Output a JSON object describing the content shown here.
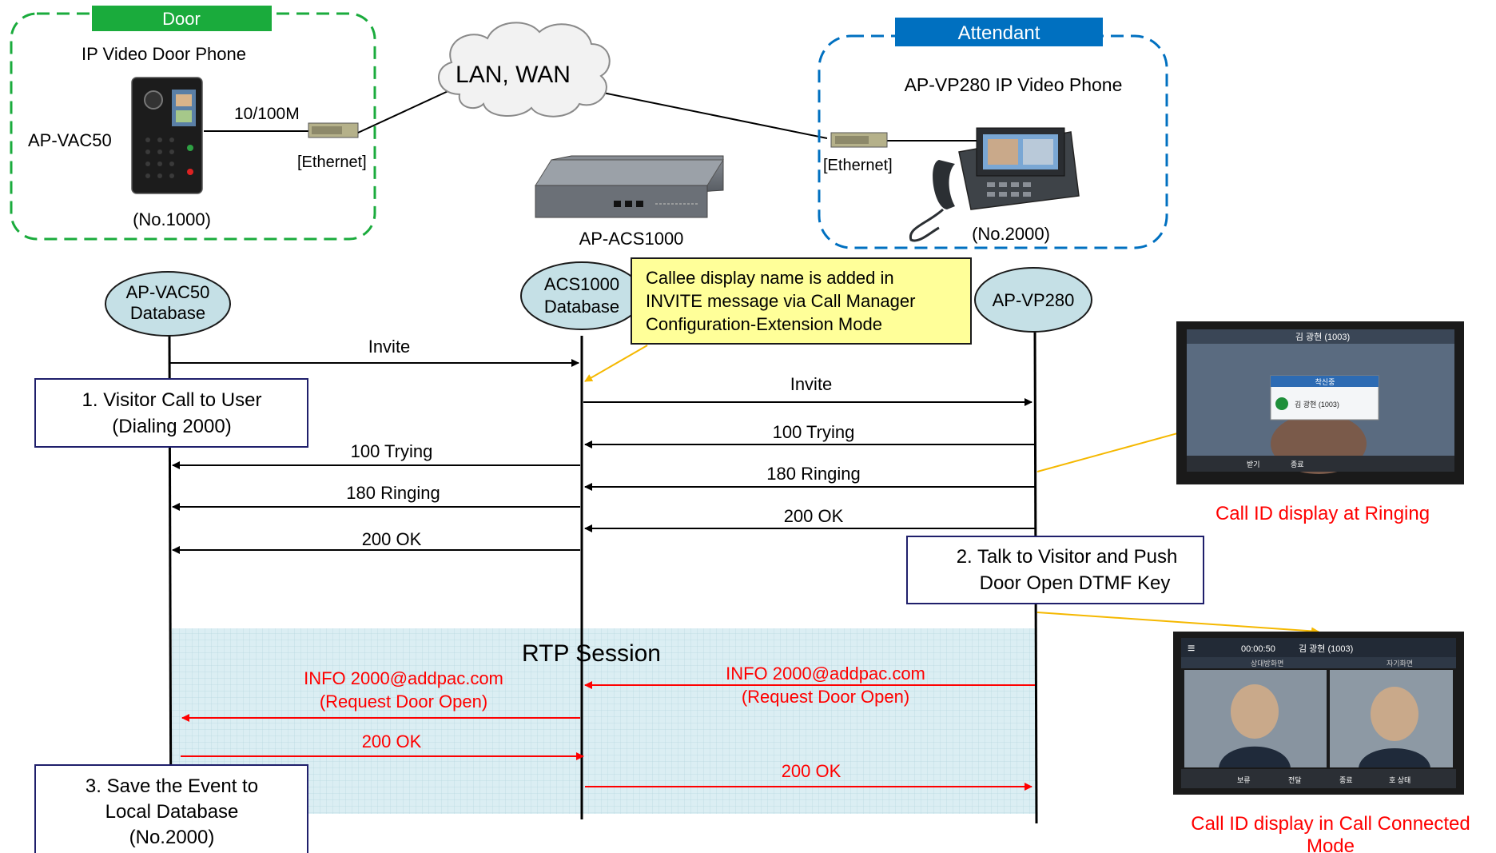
{
  "top": {
    "door": {
      "badge": "Door",
      "title": "IP Video Door Phone",
      "model": "AP-VAC50",
      "speed": "10/100M",
      "ethernet": "[Ethernet]",
      "number": "(No.1000)"
    },
    "cloud": "LAN, WAN",
    "server": "AP-ACS1000",
    "attendant": {
      "badge": "Attendant",
      "title": "AP-VP280 IP Video Phone",
      "ethernet": "[Ethernet]",
      "number": "(No.2000)"
    }
  },
  "lanes": {
    "left": [
      "AP-VAC50",
      "Database"
    ],
    "middle": [
      "ACS1000",
      "Database"
    ],
    "right": "AP-VP280"
  },
  "callout": [
    "Callee  display name is added in",
    "INVITE message via Call Manager",
    "Configuration-Extension Mode"
  ],
  "steps": {
    "step1": [
      "1. Visitor Call to User",
      "(Dialing 2000)"
    ],
    "step2": [
      "2. Talk to Visitor and Push",
      "Door Open DTMF Key"
    ],
    "step3": [
      "3. Save the Event to",
      "Local Database",
      "(No.2000)"
    ]
  },
  "messages": {
    "invite_left": "Invite",
    "invite_right": "Invite",
    "trying_right": "100 Trying",
    "trying_left": "100 Trying",
    "ringing_right": "180 Ringing",
    "ringing_left": "180 Ringing",
    "ok_right": "200 OK",
    "ok_left": "200 OK",
    "rtp": "RTP Session",
    "info_right": [
      "INFO 2000@addpac.com",
      "(Request Door Open)"
    ],
    "info_left": [
      "INFO 2000@addpac.com",
      "(Request Door Open)"
    ],
    "ok_red_left": "200 OK",
    "ok_red_right": "200 OK"
  },
  "screens": {
    "ringing": {
      "caption": "Call ID display at Ringing",
      "header": "김 광현 (1003)",
      "dialog_title": "착신중",
      "dialog_text": "김 광현 (1003)",
      "btn1": "받기",
      "btn2": "종료"
    },
    "connected": {
      "caption_line1": "Call ID display in Call Connected",
      "caption_line2": "Mode",
      "timer": "00:00:50",
      "name": "김 광현 (1003)",
      "left_label": "상대방화면",
      "right_label": "자기화면",
      "btns": [
        "보류",
        "전달",
        "종료",
        "호 상태"
      ]
    }
  },
  "colors": {
    "door_green": "#1aab3c",
    "attendant_blue": "#0070c0",
    "red": "#ff0000",
    "callout_fill": "#ffff99",
    "lane_fill": "#c5e0e6",
    "rtp_fill": "#dbeef3",
    "arrow_orange": "#f5b800"
  }
}
